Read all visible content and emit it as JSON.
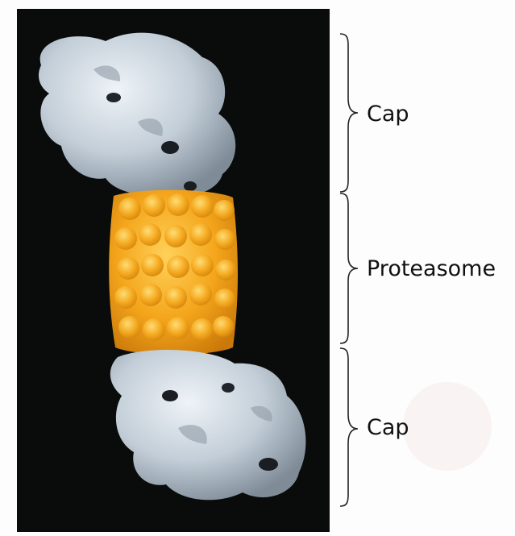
{
  "labels": {
    "cap_top": "Cap",
    "proteasome": "Proteasome",
    "cap_bottom": "Cap"
  },
  "colors": {
    "background_panel": "#090c0a",
    "cap": "#c6d1da",
    "proteasome_core": "#f2a21a"
  },
  "icons": {
    "bracket": "curly-brace"
  }
}
